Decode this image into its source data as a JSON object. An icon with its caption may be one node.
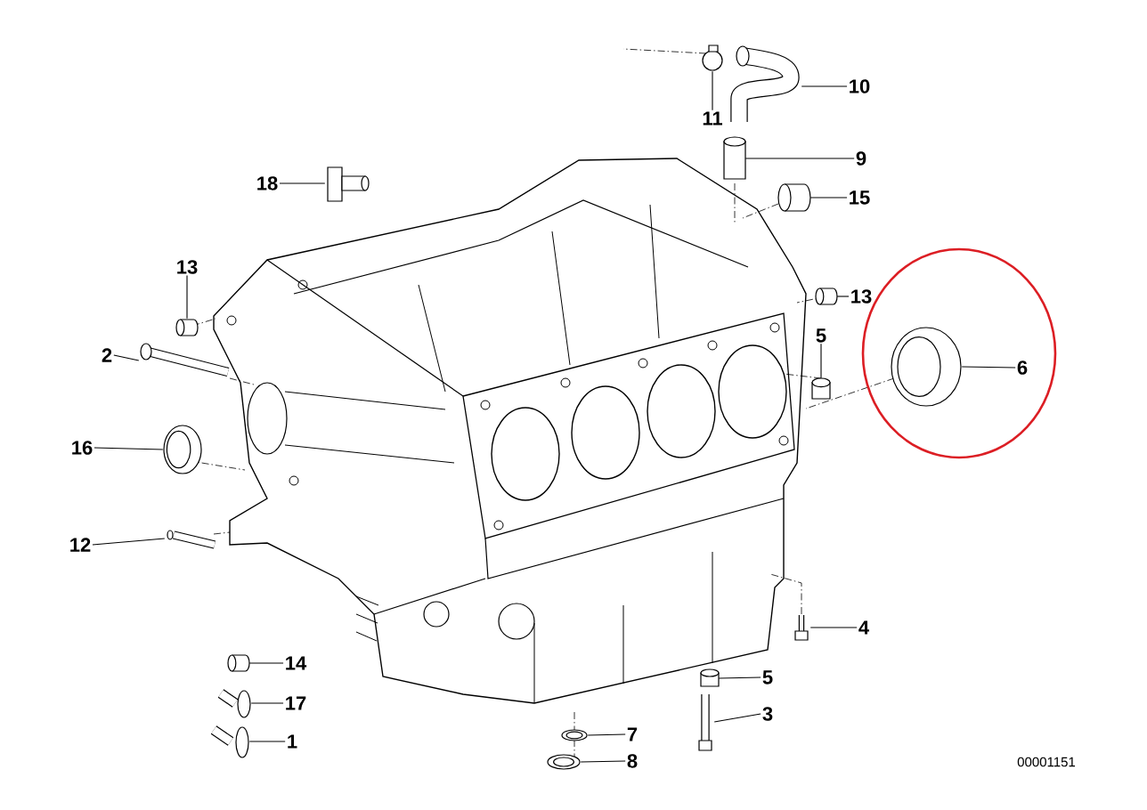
{
  "diagram": {
    "nodes": [
      {
        "text": [
          "10"
        ]
      },
      {
        "text": [
          "11"
        ]
      },
      {
        "text": [
          "9"
        ]
      },
      {
        "text": [
          "18"
        ]
      },
      {
        "text": [
          "15"
        ]
      },
      {
        "text": [
          "13"
        ]
      },
      {
        "text": [
          "13"
        ]
      },
      {
        "text": [
          "2"
        ]
      },
      {
        "text": [
          "5"
        ]
      },
      {
        "text": [],
        "shape": "ellipse"
      },
      {
        "text": [
          "6"
        ],
        "in": 9
      },
      {
        "text": [
          "16"
        ]
      },
      {
        "text": [
          "12"
        ]
      },
      {
        "text": [
          "4"
        ]
      },
      {
        "text": [
          "14"
        ]
      },
      {
        "text": [
          "5"
        ]
      },
      {
        "text": [
          "17"
        ]
      },
      {
        "text": [
          "3"
        ]
      },
      {
        "text": [
          "1"
        ]
      },
      {
        "text": [
          "7"
        ]
      },
      {
        "text": [
          "8"
        ]
      },
      {
        "text": [],
        "shape": "picture"
      },
      {
        "text": [],
        "shape": "circle"
      },
      {
        "text": [],
        "shape": "cylinder"
      },
      {
        "text": [],
        "shape": "picture"
      },
      {
        "text": [],
        "shape": "cylinder"
      },
      {
        "text": [],
        "shape": "cylinder"
      },
      {
        "text": [],
        "shape": "cylinder"
      },
      {
        "text": [],
        "shape": "picture"
      },
      {
        "text": [],
        "shape": "cylinder"
      },
      {
        "text": [],
        "shape": "picture",
        "in": 9
      },
      {
        "text": [],
        "shape": "picture"
      },
      {
        "text": [],
        "shape": "picture"
      },
      {
        "text": [],
        "shape": "picture"
      },
      {
        "text": [],
        "shape": "cylinder"
      },
      {
        "text": [],
        "shape": "cylinder"
      },
      {
        "text": [],
        "shape": "picture"
      },
      {
        "text": [],
        "shape": "picture"
      },
      {
        "text": [],
        "shape": "picture"
      },
      {
        "text": [],
        "shape": "picture"
      },
      {
        "text": [],
        "shape": "picture"
      }
    ],
    "edges": [
      {
        "from": 0,
        "to": 21,
        "arrow": "none"
      },
      {
        "from": 1,
        "to": 22,
        "arrow": "none"
      },
      {
        "from": 2,
        "to": 23,
        "arrow": "none"
      },
      {
        "from": 3,
        "to": 24,
        "arrow": "none"
      },
      {
        "from": 4,
        "to": 25,
        "arrow": "none"
      },
      {
        "from": 5,
        "to": 26,
        "arrow": "none"
      },
      {
        "from": 6,
        "to": 27,
        "arrow": "none"
      },
      {
        "from": 7,
        "to": 28,
        "arrow": "none"
      },
      {
        "from": 8,
        "to": 29,
        "arrow": "none"
      },
      {
        "from": 10,
        "to": 30,
        "arrow": "none"
      },
      {
        "from": 11,
        "to": 31,
        "arrow": "none"
      },
      {
        "from": 12,
        "to": 32,
        "arrow": "none"
      },
      {
        "from": 13,
        "to": 33,
        "arrow": "none"
      },
      {
        "from": 14,
        "to": 34,
        "arrow": "none"
      },
      {
        "from": 15,
        "to": 35,
        "arrow": "none"
      },
      {
        "from": 16,
        "to": 36,
        "arrow": "none"
      },
      {
        "from": 17,
        "to": 37,
        "arrow": "none"
      },
      {
        "from": 18,
        "to": 38,
        "arrow": "none"
      },
      {
        "from": 19,
        "to": 39,
        "arrow": "none"
      },
      {
        "from": 20,
        "to": 40,
        "arrow": "none"
      }
    ],
    "labels": [
      "00001151"
    ]
  }
}
